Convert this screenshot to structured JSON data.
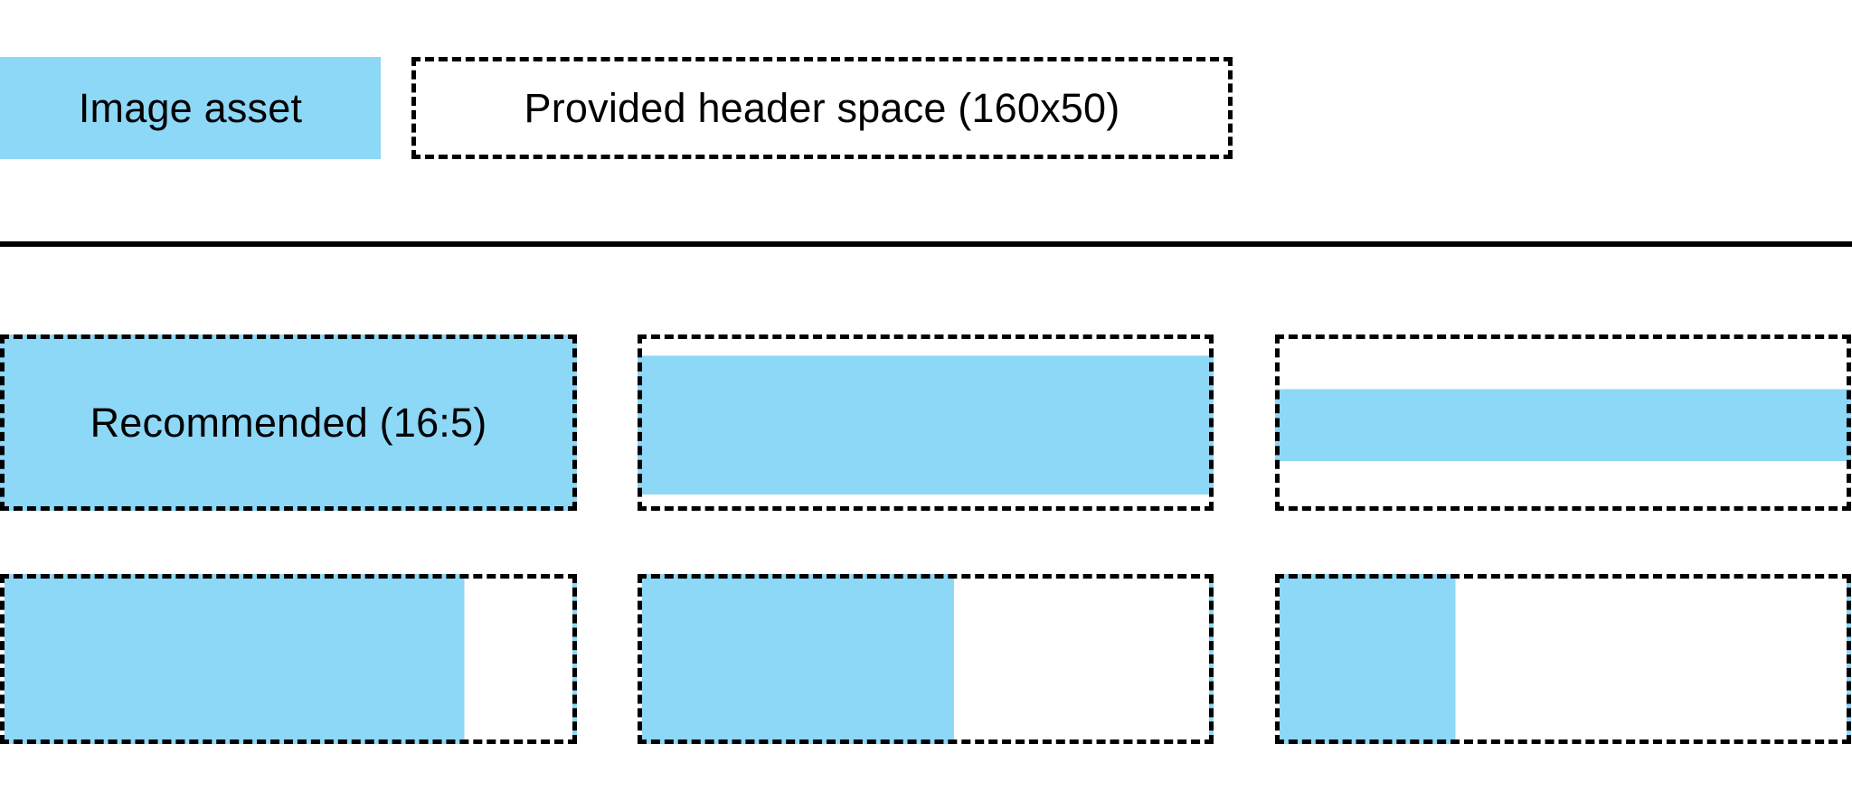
{
  "colors": {
    "asset_blue": "#8DD7F7",
    "line_black": "#000000",
    "background": "#ffffff"
  },
  "legend": {
    "asset_label": "Image asset",
    "header_space_label": "Provided header space (160x50)"
  },
  "grid": {
    "recommended_label": "Recommended (16:5)",
    "cells": [
      {
        "name": "recommended-16-5",
        "label": "Recommended (16:5)",
        "fill": "full"
      },
      {
        "name": "full-width-shorter",
        "label": "",
        "fill": "band-vertical",
        "band_start_pct": 10,
        "band_end_pct": 93
      },
      {
        "name": "full-width-thin-strip",
        "label": "",
        "fill": "band-vertical",
        "band_start_pct": 30,
        "band_end_pct": 73
      },
      {
        "name": "full-height-narrower",
        "label": "",
        "fill": "bar-horizontal",
        "bar_width_pct": 81
      },
      {
        "name": "full-height-half-width",
        "label": "",
        "fill": "bar-horizontal",
        "bar_width_pct": 55
      },
      {
        "name": "full-height-quarter-width",
        "label": "",
        "fill": "bar-horizontal",
        "bar_width_pct": 31
      }
    ]
  }
}
